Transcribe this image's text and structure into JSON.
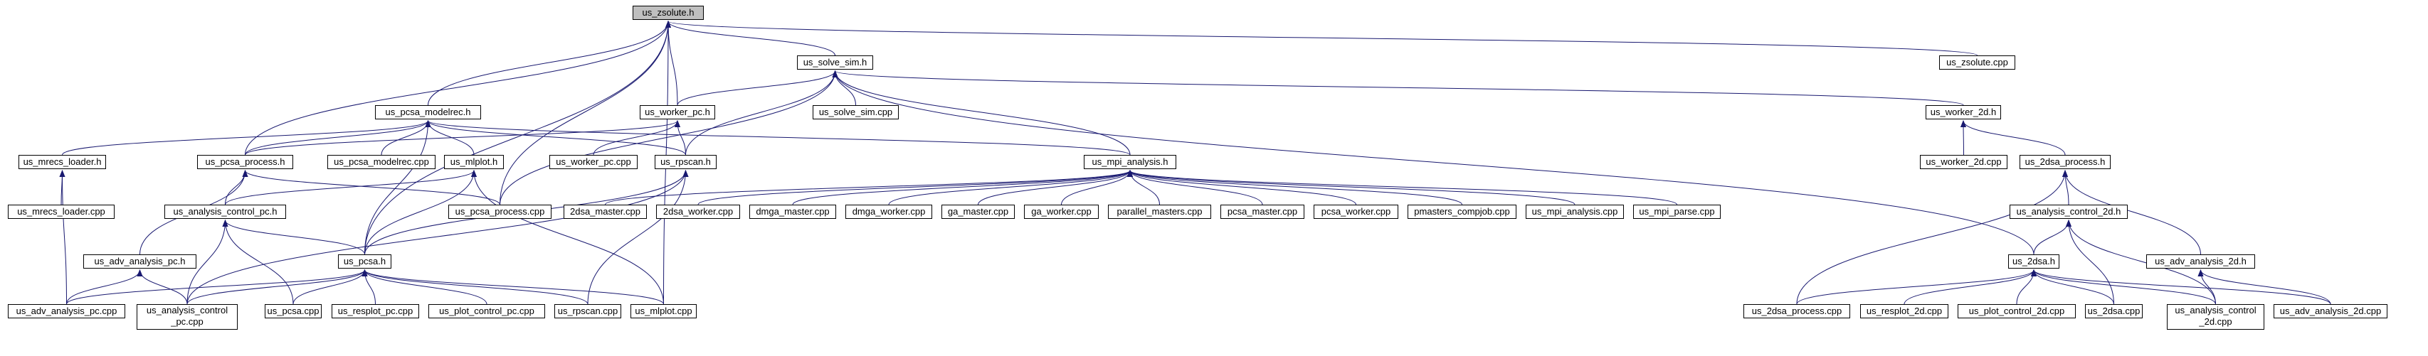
{
  "graph": {
    "nodes": [
      {
        "id": "us_zsolute_h",
        "label": "us_zsolute.h",
        "root": true
      },
      {
        "id": "us_solve_sim_h",
        "label": "us_solve_sim.h"
      },
      {
        "id": "us_zsolute_cpp",
        "label": "us_zsolute.cpp"
      },
      {
        "id": "us_pcsa_modelrec_h",
        "label": "us_pcsa_modelrec.h"
      },
      {
        "id": "us_worker_pc_h",
        "label": "us_worker_pc.h"
      },
      {
        "id": "us_solve_sim_cpp",
        "label": "us_solve_sim.cpp"
      },
      {
        "id": "us_worker_2d_h",
        "label": "us_worker_2d.h"
      },
      {
        "id": "us_mrecs_loader_h",
        "label": "us_mrecs_loader.h"
      },
      {
        "id": "us_pcsa_process_h",
        "label": "us_pcsa_process.h"
      },
      {
        "id": "us_pcsa_modelrec_cpp",
        "label": "us_pcsa_modelrec.cpp"
      },
      {
        "id": "us_mlplot_h",
        "label": "us_mlplot.h"
      },
      {
        "id": "us_worker_pc_cpp",
        "label": "us_worker_pc.cpp"
      },
      {
        "id": "us_rpscan_h",
        "label": "us_rpscan.h"
      },
      {
        "id": "us_mpi_analysis_h",
        "label": "us_mpi_analysis.h"
      },
      {
        "id": "us_worker_2d_cpp",
        "label": "us_worker_2d.cpp"
      },
      {
        "id": "us_2dsa_process_h",
        "label": "us_2dsa_process.h"
      },
      {
        "id": "us_mrecs_loader_cpp",
        "label": "us_mrecs_loader.cpp"
      },
      {
        "id": "us_analysis_control_pc_h",
        "label": "us_analysis_control_pc.h"
      },
      {
        "id": "us_pcsa_process_cpp",
        "label": "us_pcsa_process.cpp"
      },
      {
        "id": "2dsa_master_cpp",
        "label": "2dsa_master.cpp"
      },
      {
        "id": "2dsa_worker_cpp",
        "label": "2dsa_worker.cpp"
      },
      {
        "id": "dmga_master_cpp",
        "label": "dmga_master.cpp"
      },
      {
        "id": "dmga_worker_cpp",
        "label": "dmga_worker.cpp"
      },
      {
        "id": "ga_master_cpp",
        "label": "ga_master.cpp"
      },
      {
        "id": "ga_worker_cpp",
        "label": "ga_worker.cpp"
      },
      {
        "id": "parallel_masters_cpp",
        "label": "parallel_masters.cpp"
      },
      {
        "id": "pcsa_master_cpp",
        "label": "pcsa_master.cpp"
      },
      {
        "id": "pcsa_worker_cpp",
        "label": "pcsa_worker.cpp"
      },
      {
        "id": "pmasters_compjob_cpp",
        "label": "pmasters_compjob.cpp"
      },
      {
        "id": "us_mpi_analysis_cpp",
        "label": "us_mpi_analysis.cpp"
      },
      {
        "id": "us_mpi_parse_cpp",
        "label": "us_mpi_parse.cpp"
      },
      {
        "id": "us_analysis_control_2d_h",
        "label": "us_analysis_control_2d.h"
      },
      {
        "id": "us_adv_analysis_pc_h",
        "label": "us_adv_analysis_pc.h"
      },
      {
        "id": "us_pcsa_h",
        "label": "us_pcsa.h"
      },
      {
        "id": "us_2dsa_h",
        "label": "us_2dsa.h"
      },
      {
        "id": "us_adv_analysis_2d_h",
        "label": "us_adv_analysis_2d.h"
      },
      {
        "id": "us_adv_analysis_pc_cpp",
        "label": "us_adv_analysis_pc.cpp"
      },
      {
        "id": "us_analysis_control_pc_cpp",
        "label": "us_analysis_control\n_pc.cpp"
      },
      {
        "id": "us_pcsa_cpp",
        "label": "us_pcsa.cpp"
      },
      {
        "id": "us_resplot_pc_cpp",
        "label": "us_resplot_pc.cpp"
      },
      {
        "id": "us_plot_control_pc_cpp",
        "label": "us_plot_control_pc.cpp"
      },
      {
        "id": "us_rpscan_cpp",
        "label": "us_rpscan.cpp"
      },
      {
        "id": "us_mlplot_cpp",
        "label": "us_mlplot.cpp"
      },
      {
        "id": "us_2dsa_process_cpp",
        "label": "us_2dsa_process.cpp"
      },
      {
        "id": "us_resplot_2d_cpp",
        "label": "us_resplot_2d.cpp"
      },
      {
        "id": "us_plot_control_2d_cpp",
        "label": "us_plot_control_2d.cpp"
      },
      {
        "id": "us_2dsa_cpp",
        "label": "us_2dsa.cpp"
      },
      {
        "id": "us_analysis_control_2d_cpp",
        "label": "us_analysis_control\n_2d.cpp"
      },
      {
        "id": "us_adv_analysis_2d_cpp",
        "label": "us_adv_analysis_2d.cpp"
      }
    ],
    "edges": [
      [
        "us_solve_sim_h",
        "us_zsolute_h"
      ],
      [
        "us_zsolute_cpp",
        "us_zsolute_h"
      ],
      [
        "us_pcsa_modelrec_h",
        "us_zsolute_h"
      ],
      [
        "us_worker_pc_h",
        "us_zsolute_h"
      ],
      [
        "us_pcsa_process_h",
        "us_zsolute_h"
      ],
      [
        "us_pcsa_process_cpp",
        "us_zsolute_h"
      ],
      [
        "us_pcsa_h",
        "us_zsolute_h"
      ],
      [
        "us_mlplot_cpp",
        "us_zsolute_h"
      ],
      [
        "us_solve_sim_cpp",
        "us_solve_sim_h"
      ],
      [
        "us_worker_pc_h",
        "us_solve_sim_h"
      ],
      [
        "us_worker_2d_h",
        "us_solve_sim_h"
      ],
      [
        "us_mpi_analysis_h",
        "us_solve_sim_h"
      ],
      [
        "us_rpscan_h",
        "us_solve_sim_h"
      ],
      [
        "us_pcsa_process_cpp",
        "us_solve_sim_h"
      ],
      [
        "us_2dsa_h",
        "us_solve_sim_h"
      ],
      [
        "us_mrecs_loader_h",
        "us_pcsa_modelrec_h"
      ],
      [
        "us_pcsa_process_h",
        "us_pcsa_modelrec_h"
      ],
      [
        "us_pcsa_modelrec_cpp",
        "us_pcsa_modelrec_h"
      ],
      [
        "us_mlplot_h",
        "us_pcsa_modelrec_h"
      ],
      [
        "us_rpscan_h",
        "us_pcsa_modelrec_h"
      ],
      [
        "us_mpi_analysis_h",
        "us_pcsa_modelrec_h"
      ],
      [
        "us_pcsa_h",
        "us_pcsa_modelrec_h"
      ],
      [
        "us_worker_pc_cpp",
        "us_worker_pc_h"
      ],
      [
        "us_rpscan_h",
        "us_worker_pc_h"
      ],
      [
        "us_pcsa_process_h",
        "us_worker_pc_h"
      ],
      [
        "us_worker_2d_cpp",
        "us_worker_2d_h"
      ],
      [
        "us_2dsa_process_h",
        "us_worker_2d_h"
      ],
      [
        "us_mrecs_loader_cpp",
        "us_mrecs_loader_h"
      ],
      [
        "us_adv_analysis_pc_cpp",
        "us_mrecs_loader_h"
      ],
      [
        "us_pcsa_process_cpp",
        "us_pcsa_process_h"
      ],
      [
        "us_analysis_control_pc_h",
        "us_pcsa_process_h"
      ],
      [
        "us_adv_analysis_pc_h",
        "us_pcsa_process_h"
      ],
      [
        "us_analysis_control_pc_h",
        "us_mlplot_h"
      ],
      [
        "us_pcsa_h",
        "us_mlplot_h"
      ],
      [
        "us_mlplot_cpp",
        "us_mlplot_h"
      ],
      [
        "us_pcsa_h",
        "us_rpscan_h"
      ],
      [
        "us_rpscan_cpp",
        "us_rpscan_h"
      ],
      [
        "us_analysis_control_pc_cpp",
        "us_rpscan_h"
      ],
      [
        "2dsa_master_cpp",
        "us_mpi_analysis_h"
      ],
      [
        "2dsa_worker_cpp",
        "us_mpi_analysis_h"
      ],
      [
        "dmga_master_cpp",
        "us_mpi_analysis_h"
      ],
      [
        "dmga_worker_cpp",
        "us_mpi_analysis_h"
      ],
      [
        "ga_master_cpp",
        "us_mpi_analysis_h"
      ],
      [
        "ga_worker_cpp",
        "us_mpi_analysis_h"
      ],
      [
        "parallel_masters_cpp",
        "us_mpi_analysis_h"
      ],
      [
        "pcsa_master_cpp",
        "us_mpi_analysis_h"
      ],
      [
        "pcsa_worker_cpp",
        "us_mpi_analysis_h"
      ],
      [
        "pmasters_compjob_cpp",
        "us_mpi_analysis_h"
      ],
      [
        "us_mpi_analysis_cpp",
        "us_mpi_analysis_h"
      ],
      [
        "us_mpi_parse_cpp",
        "us_mpi_analysis_h"
      ],
      [
        "us_analysis_control_2d_h",
        "us_2dsa_process_h"
      ],
      [
        "us_adv_analysis_2d_h",
        "us_2dsa_process_h"
      ],
      [
        "us_2dsa_process_cpp",
        "us_2dsa_process_h"
      ],
      [
        "us_pcsa_h",
        "us_analysis_control_pc_h"
      ],
      [
        "us_analysis_control_pc_cpp",
        "us_analysis_control_pc_h"
      ],
      [
        "us_pcsa_cpp",
        "us_analysis_control_pc_h"
      ],
      [
        "us_adv_analysis_pc_cpp",
        "us_adv_analysis_pc_h"
      ],
      [
        "us_analysis_control_pc_cpp",
        "us_adv_analysis_pc_h"
      ],
      [
        "us_adv_analysis_pc_cpp",
        "us_pcsa_h"
      ],
      [
        "us_analysis_control_pc_cpp",
        "us_pcsa_h"
      ],
      [
        "us_pcsa_cpp",
        "us_pcsa_h"
      ],
      [
        "us_resplot_pc_cpp",
        "us_pcsa_h"
      ],
      [
        "us_plot_control_pc_cpp",
        "us_pcsa_h"
      ],
      [
        "us_rpscan_cpp",
        "us_pcsa_h"
      ],
      [
        "us_mlplot_cpp",
        "us_pcsa_h"
      ],
      [
        "us_2dsa_h",
        "us_analysis_control_2d_h"
      ],
      [
        "us_2dsa_cpp",
        "us_analysis_control_2d_h"
      ],
      [
        "us_analysis_control_2d_cpp",
        "us_analysis_control_2d_h"
      ],
      [
        "us_2dsa_process_cpp",
        "us_2dsa_h"
      ],
      [
        "us_resplot_2d_cpp",
        "us_2dsa_h"
      ],
      [
        "us_plot_control_2d_cpp",
        "us_2dsa_h"
      ],
      [
        "us_2dsa_cpp",
        "us_2dsa_h"
      ],
      [
        "us_analysis_control_2d_cpp",
        "us_2dsa_h"
      ],
      [
        "us_adv_analysis_2d_cpp",
        "us_2dsa_h"
      ],
      [
        "us_analysis_control_2d_cpp",
        "us_adv_analysis_2d_h"
      ],
      [
        "us_adv_analysis_2d_cpp",
        "us_adv_analysis_2d_h"
      ]
    ]
  },
  "colors": {
    "node_border": "#000000",
    "root_fill": "#bfbfbf",
    "edge": "#191970"
  }
}
